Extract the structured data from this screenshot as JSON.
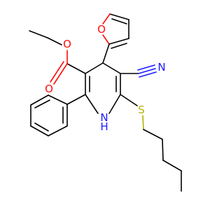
{
  "atom_labels": {
    "ring_oxygen": "O",
    "carbonyl_oxygen": "O",
    "ester_oxygen": "O",
    "ring_nitrogen": "H\nN",
    "nitrile_nitrogen": "N",
    "sulfur": "S"
  },
  "label_text": {
    "ring_oxygen": "O",
    "carbonyl_oxygen": "O",
    "ester_oxygen": "O",
    "nh_h": "H",
    "nh_n": "N",
    "nitrile_nitrogen": "N",
    "sulfur": "S"
  },
  "colors": {
    "carbon_bond": "#000000",
    "oxygen": "#ff0d0d",
    "nitrogen": "#1a1aff",
    "sulfur": "#b2b200",
    "background": "#ffffff"
  }
}
